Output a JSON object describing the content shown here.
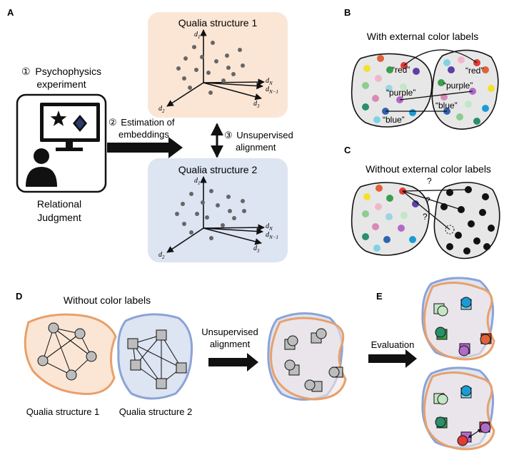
{
  "panels": {
    "a": "A",
    "b": "B",
    "c": "C",
    "d": "D",
    "e": "E"
  },
  "panel_a": {
    "step1_num": "①",
    "step1_line1": "Psychophysics",
    "step1_line2": "experiment",
    "step2_num": "②",
    "step2_line1": "Estimation of",
    "step2_line2": "embeddings",
    "step3_num": "③",
    "step3_line1": "Unsupervised",
    "step3_line2": "alignment",
    "bottom_line1": "Relational",
    "bottom_line2": "Judgment",
    "qs1_title": "Qualia structure 1",
    "qs2_title": "Qualia structure 2",
    "axis_d1": "d",
    "axis_d1_sub": "1",
    "axis_d2": "d",
    "axis_d2_sub": "2",
    "axis_d3": "d",
    "axis_d3_sub": "3",
    "axis_dN": "d",
    "axis_dN_sub": "N",
    "axis_dN1": "d",
    "axis_dN1_sub": "N−1",
    "colors": {
      "qs1_bg": "#fbe6d6",
      "qs2_bg": "#dde4f2"
    }
  },
  "panel_b": {
    "title": "With external color labels",
    "labels": [
      "“red”",
      "“red”",
      "“purple”",
      "“purple”",
      "“blue”",
      "“blue”"
    ]
  },
  "panel_c": {
    "title": "Without external color labels",
    "question": "?"
  },
  "panel_d": {
    "title": "Without color labels",
    "arrow_line1": "Unsupervised",
    "arrow_line2": "alignment",
    "caption1": "Qualia structure 1",
    "caption2": "Qualia structure 2",
    "colors": {
      "orange": "#e8a06a",
      "blue": "#8ba3d6"
    }
  },
  "panel_e": {
    "arrow_label": "Evaluation"
  }
}
